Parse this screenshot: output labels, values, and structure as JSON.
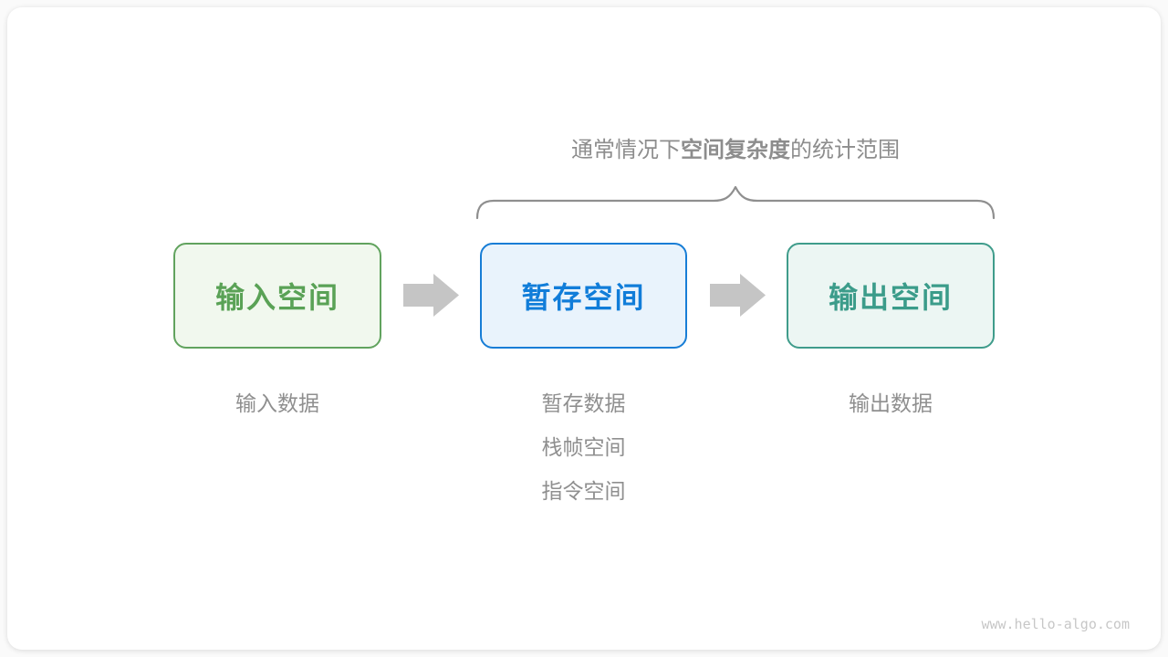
{
  "diagram": {
    "title": {
      "prefix": "通常情况下",
      "bold": "空间复杂度",
      "suffix": "的统计范围"
    },
    "boxes": [
      {
        "label": "输入空间",
        "border_color": "#61a35e",
        "bg_color": "#f1f8ee",
        "text_color": "#5aa256"
      },
      {
        "label": "暂存空间",
        "border_color": "#177dd6",
        "bg_color": "#e9f3fc",
        "text_color": "#117dd9"
      },
      {
        "label": "输出空间",
        "border_color": "#3f9c8b",
        "bg_color": "#ecf6f3",
        "text_color": "#3b9c8a"
      }
    ],
    "captions": {
      "input": [
        "输入数据"
      ],
      "temp": [
        "暂存数据",
        "栈帧空间",
        "指令空间"
      ],
      "output": [
        "输出数据"
      ]
    },
    "arrow_color": "#c5c5c5",
    "brace_color": "#8f8f8f",
    "caption_color": "#8f8f8f"
  },
  "watermark": "www.hello-algo.com"
}
